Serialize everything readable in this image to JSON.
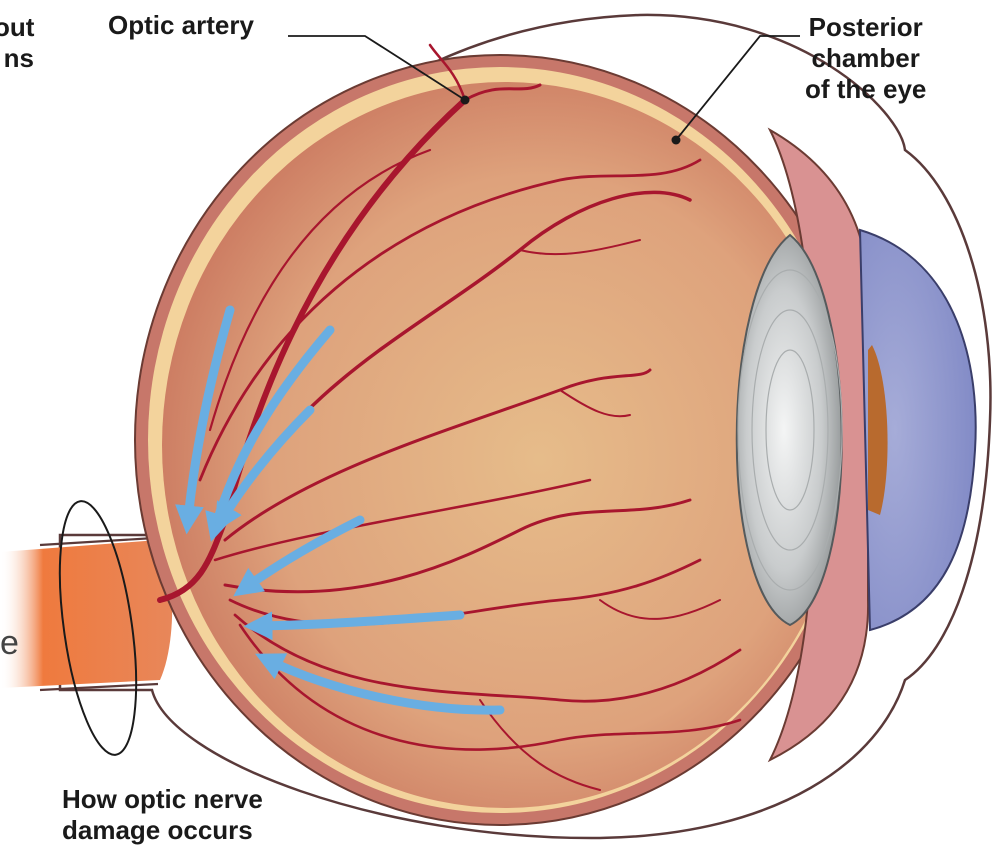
{
  "labels": {
    "optic_artery": "Optic artery",
    "posterior_chamber": [
      "Posterior",
      "chamber",
      "of the eye"
    ],
    "optic_nerve_damage": [
      "How optic nerve",
      "damage occurs"
    ],
    "cut_top_left": [
      "out",
      "ns"
    ],
    "cut_left_glyph": "e"
  },
  "colors": {
    "outer_sclera": "#ffffff",
    "sclera_outline": "#5a3a3a",
    "choroid": "#c7776a",
    "retina_band": "#f3d39c",
    "vitreous_center": "#e6bc8a",
    "vitreous_edge": "#c8735c",
    "vessel": "#a8162e",
    "flow_arrow": "#69aee2",
    "optic_nerve": "#ef7a3e",
    "lens": "#c9cccd",
    "cornea": "#7d86c4",
    "ciliary_body": "#d99292",
    "iris": "#b86a2e"
  }
}
